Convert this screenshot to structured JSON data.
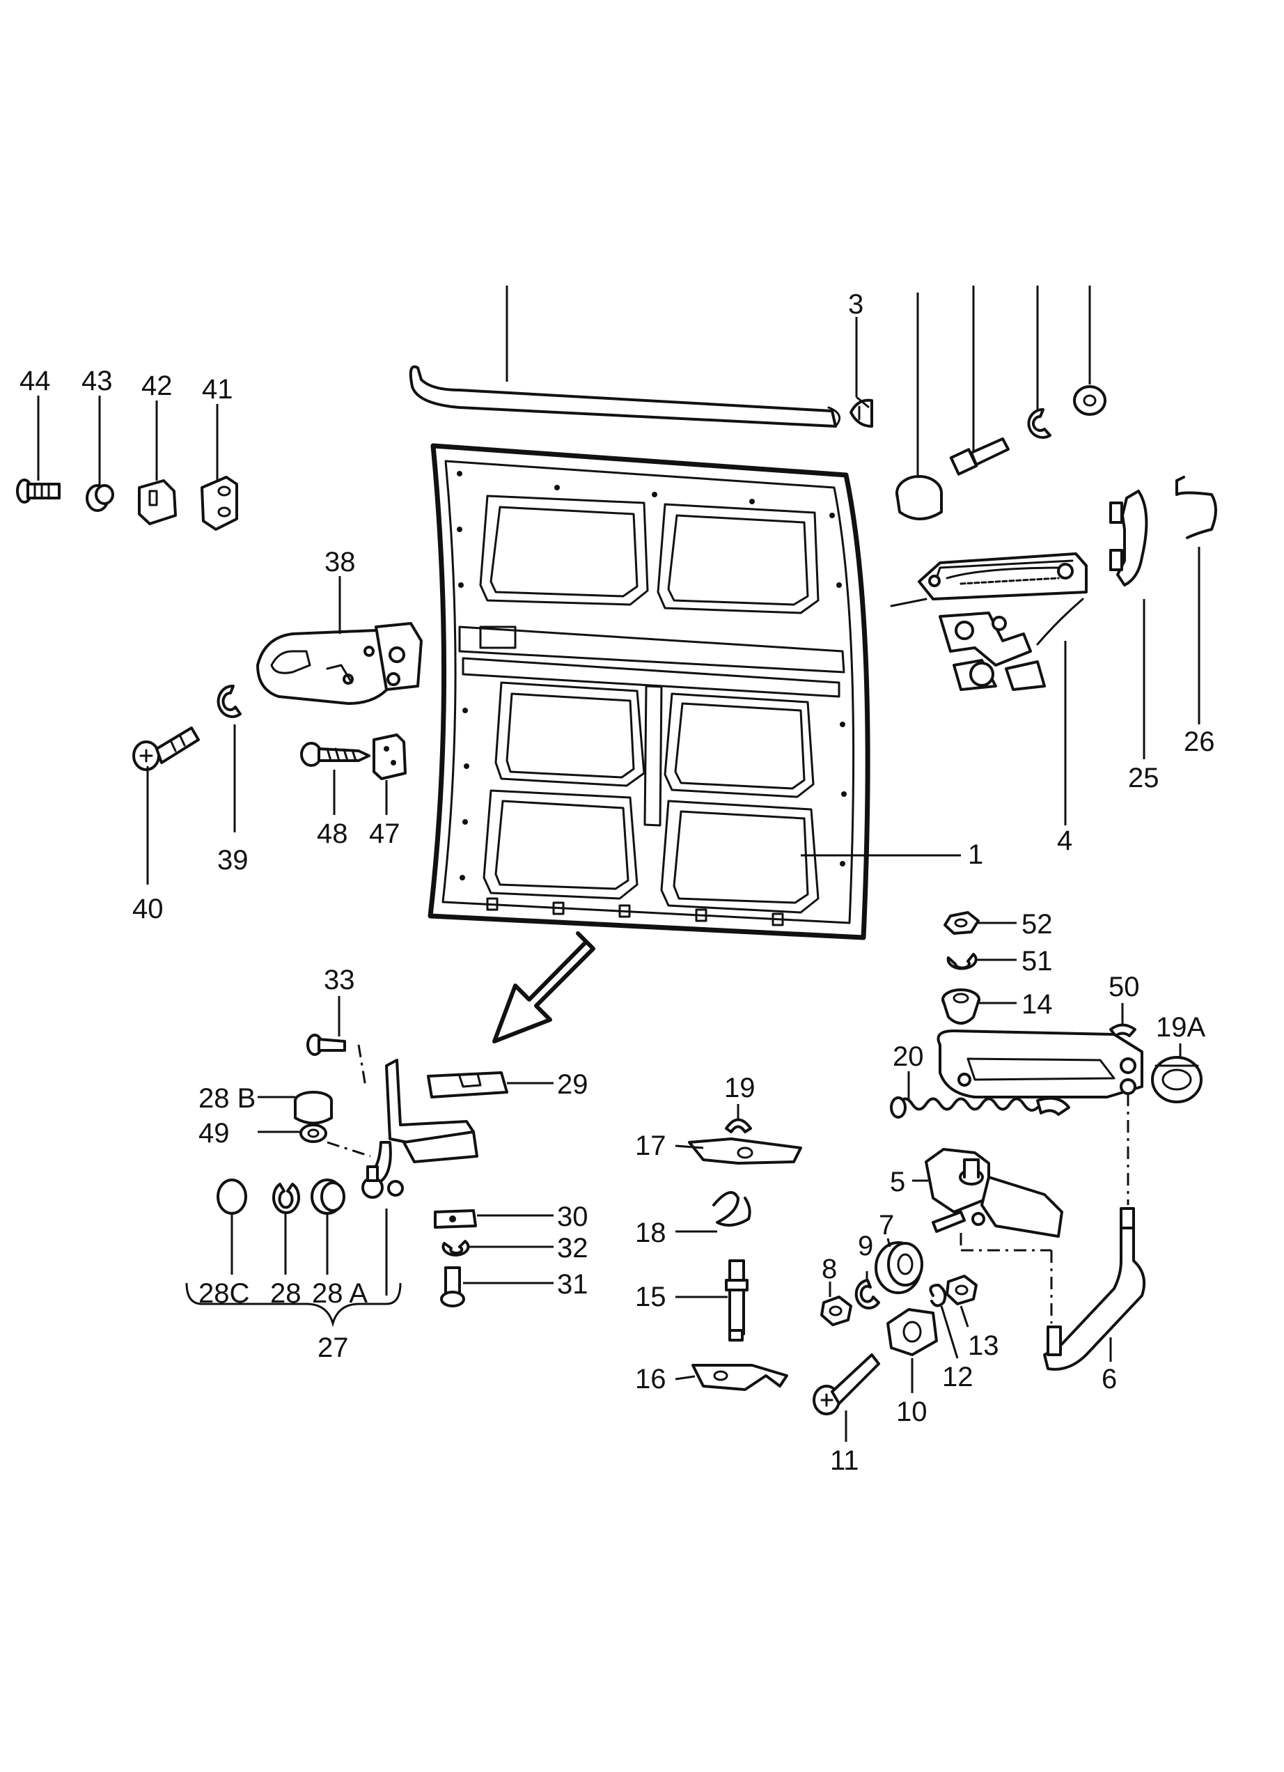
{
  "callouts": {
    "c1": "1",
    "c3": "3",
    "c4": "4",
    "c5": "5",
    "c6": "6",
    "c7": "7",
    "c8": "8",
    "c9": "9",
    "c10": "10",
    "c11": "11",
    "c12": "12",
    "c13": "13",
    "c14": "14",
    "c15": "15",
    "c16": "16",
    "c17": "17",
    "c18": "18",
    "c19": "19",
    "c19A": "19A",
    "c20": "20",
    "c25": "25",
    "c26": "26",
    "c27": "27",
    "c28": "28",
    "c28A": "28 A",
    "c28B": "28 B",
    "c28C": "28C",
    "c29": "29",
    "c30": "30",
    "c31": "31",
    "c32": "32",
    "c33": "33",
    "c38": "38",
    "c39": "39",
    "c40": "40",
    "c41": "41",
    "c42": "42",
    "c43": "43",
    "c44": "44",
    "c47": "47",
    "c48": "48",
    "c49": "49",
    "c50": "50",
    "c51": "51",
    "c52": "52"
  }
}
